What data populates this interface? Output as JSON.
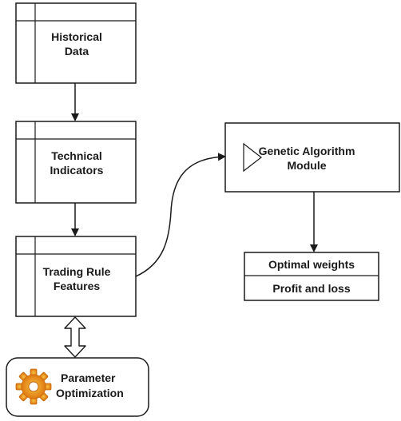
{
  "nodes": {
    "historical_data": {
      "line1": "Historical",
      "line2": "Data"
    },
    "technical_indicators": {
      "line1": "Technical",
      "line2": "Indicators"
    },
    "trading_rule_features": {
      "line1": "Trading Rule",
      "line2": "Features"
    },
    "genetic_algorithm_module": {
      "line1": "Genetic Algorithm",
      "line2": "Module"
    },
    "output_list": {
      "item1": "Optimal weights",
      "item2": "Profit and loss"
    },
    "parameter_optimization": {
      "line1": "Parameter",
      "line2": "Optimization",
      "icon": "gear-icon"
    }
  },
  "colors": {
    "stroke": "#1a1a1a",
    "gear_outer": "#e88a1a",
    "gear_inner": "#f6c445"
  }
}
